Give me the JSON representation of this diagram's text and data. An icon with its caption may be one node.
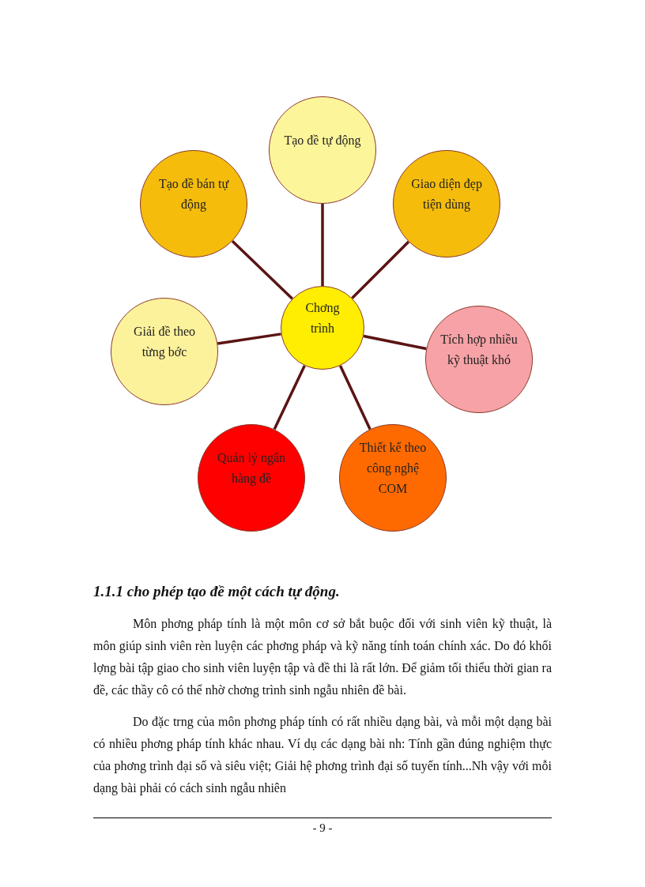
{
  "diagram": {
    "nodes": [
      {
        "text": [
          "Tạo đề tự động"
        ]
      },
      {
        "text": [
          "Tạo đề bán tự động"
        ]
      },
      {
        "text": [
          "Giao diện đẹp tiện dùng"
        ]
      },
      {
        "text": [
          "Chơng trình"
        ]
      },
      {
        "text": [
          "Giải đề theo từng bớc"
        ]
      },
      {
        "text": [
          "Tích hợp nhiều kỹ thuật khó"
        ]
      },
      {
        "text": [
          "Quản lý ngân hàng đề"
        ]
      },
      {
        "text": [
          "Thiết kế theo công nghệ COM"
        ]
      }
    ],
    "edges": [
      {
        "from": 3,
        "to": 0,
        "arrow": "none"
      },
      {
        "from": 3,
        "to": 1,
        "arrow": "none"
      },
      {
        "from": 3,
        "to": 2,
        "arrow": "none"
      },
      {
        "from": 3,
        "to": 4,
        "arrow": "none"
      },
      {
        "from": 3,
        "to": 5,
        "arrow": "none"
      },
      {
        "from": 3,
        "to": 6,
        "arrow": "none"
      },
      {
        "from": 3,
        "to": 7,
        "arrow": "none"
      }
    ],
    "labels": [
      "1.1.1 cho phép tạo đề một cách tự động.",
      "Môn phơng pháp tính là một môn cơ sở bắt buộc đối với sinh viên kỹ thuật, là môn giúp sinh viên rèn luyện các phơng pháp và kỹ năng tính toán chính xác. Do đó khối lợng bài tập giao cho sinh viên luyện tập và đề thi là rất lớn. Để giảm tối thiểu thời gian ra đề, các thầy cô có thể nhờ chơng trình sinh ngẫu nhiên đề bài.",
      "Do đặc trng của môn phơng pháp tính có rất nhiều dạng bài, và mỗi một dạng bài có nhiều phơng pháp tính khác nhau. Ví dụ các dạng bài nh: Tính gần đúng nghiệm thực của phơng trình đại số và siêu việt; Giải hệ phơng trình đại số tuyến tính...Nh vậy với mỗi dạng bài phải có cách sinh ngẫu nhiên",
      "- 9 -"
    ]
  }
}
